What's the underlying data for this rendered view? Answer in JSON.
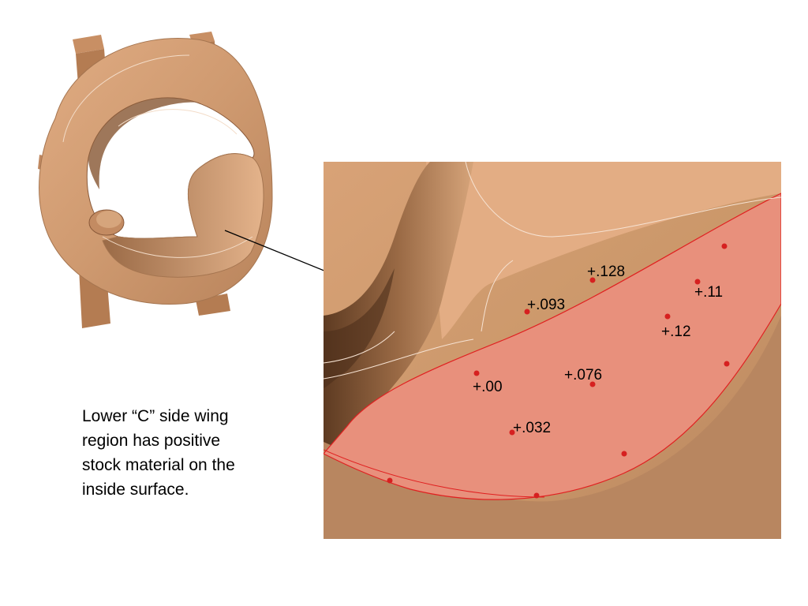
{
  "caption": {
    "lines": [
      "Lower “C” side wing",
      "region has positive",
      "stock material on the",
      "inside surface."
    ]
  },
  "measurements": [
    {
      "label": "+.128"
    },
    {
      "label": "+.11"
    },
    {
      "label": "+.093"
    },
    {
      "label": "+.12"
    },
    {
      "label": "+.076"
    },
    {
      "label": "+.00"
    },
    {
      "label": "+.032"
    }
  ],
  "colors": {
    "part": "#d19a70",
    "part_dark": "#8a5a3a",
    "highlight_region": "#e8907c",
    "points": "#d62020"
  }
}
